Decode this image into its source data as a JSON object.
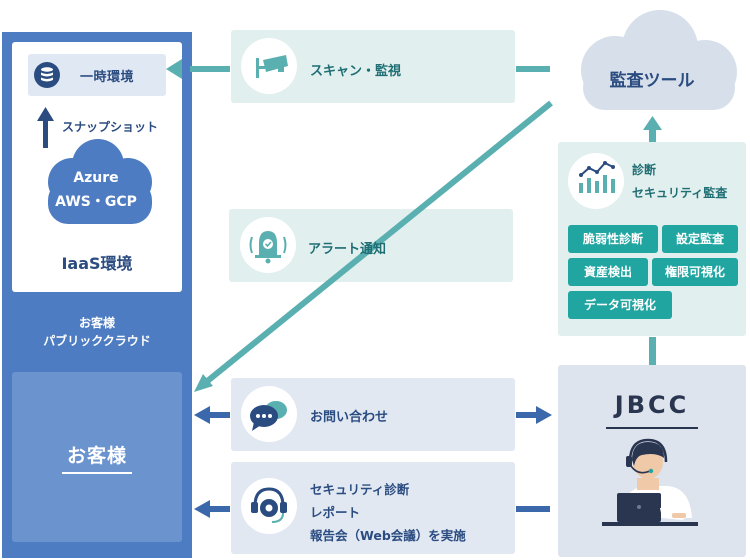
{
  "customer_cloud": {
    "temp_env": "一時環境",
    "snapshot": "スナップショット",
    "cloud_line1": "Azure",
    "cloud_line2": "AWS・GCP",
    "iaas": "IaaS環境",
    "public_line1": "お客様",
    "public_line2": "パブリッククラウド",
    "customer": "お客様"
  },
  "flows": {
    "scan": "スキャン・監視",
    "alert": "アラート通知",
    "inquiry": "お問い合わせ",
    "report_line1": "セキュリティ診断",
    "report_line2": "レポート",
    "report_line3": "報告会（Web会議）を実施"
  },
  "audit_tool": "監査ツール",
  "diagnosis": {
    "line1": "診断",
    "line2": "セキュリティ監査",
    "items": [
      "脆弱性診断",
      "設定監査",
      "資産検出",
      "権限可視化",
      "データ可視化"
    ]
  },
  "jbcc": "JBCC",
  "colors": {
    "navy": "#2b4c80",
    "customer_blue": "#4d7cc2",
    "teal": "#21a5a1",
    "teal_arrow": "#5aafb0",
    "blue_arrow": "#3a68ab",
    "cloud_grey": "#d7dfea"
  },
  "icons": [
    "database-icon",
    "cctv-camera-icon",
    "alarm-bell-icon",
    "chat-bubbles-icon",
    "headset-gear-icon",
    "analytics-chart-icon",
    "operator-with-laptop-icon"
  ]
}
